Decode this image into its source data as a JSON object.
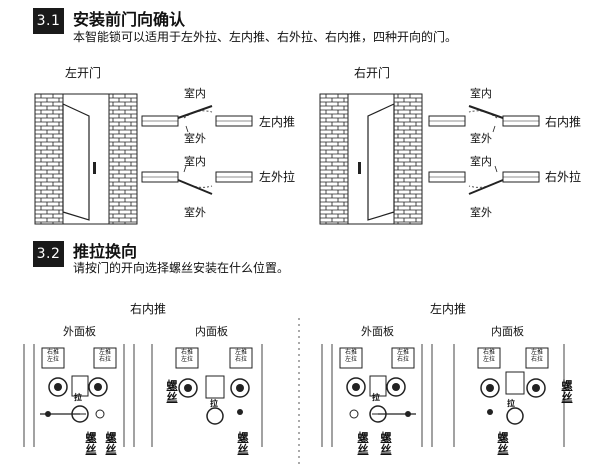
{
  "section1": {
    "number": "3.1",
    "title": "安装前门向确认",
    "description": "本智能锁可以适用于左外拉、左内推、右外拉、右内推，四种开向的门。",
    "left_door": {
      "label": "左开门",
      "diagram_top": {
        "indoor": "室内",
        "outdoor": "室外",
        "direction": "左内推"
      },
      "diagram_bottom": {
        "indoor": "室内",
        "outdoor": "室外",
        "direction": "左外拉"
      }
    },
    "right_door": {
      "label": "右开门",
      "diagram_top": {
        "indoor": "室内",
        "outdoor": "室外",
        "direction": "右内推"
      },
      "diagram_bottom": {
        "indoor": "室内",
        "outdoor": "室外",
        "direction": "右外拉"
      }
    }
  },
  "section2": {
    "number": "3.2",
    "title": "推拉换向",
    "description": "请按门的开向选择螺丝安装在什么位置。",
    "right_push": {
      "title": "右内推",
      "outer_panel": "外面板",
      "inner_panel": "内面板",
      "screw": "螺丝"
    },
    "left_push": {
      "title": "左内推",
      "outer_panel": "外面板",
      "inner_panel": "内面板",
      "screw": "螺丝"
    },
    "knob_labels": {
      "left": "右推左拉",
      "right": "左推右拉",
      "pull": "拉"
    }
  }
}
